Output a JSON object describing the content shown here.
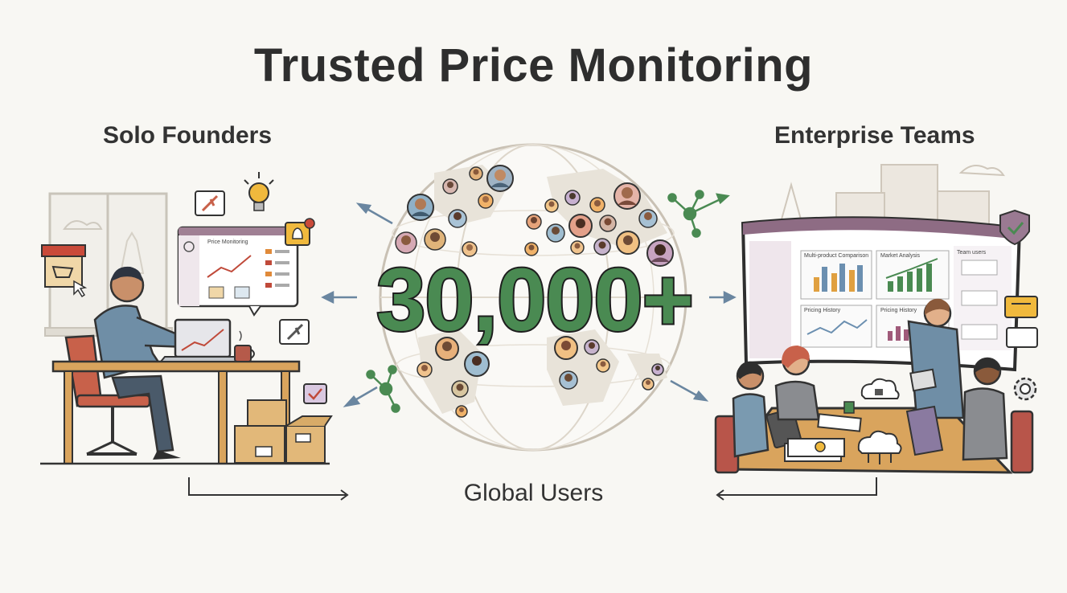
{
  "header": {
    "title": "Trusted Price Monitoring"
  },
  "left_panel": {
    "title": "Solo Founders",
    "screen_title": "Price Monitoring"
  },
  "center": {
    "count": "30,000+",
    "caption": "Global Users"
  },
  "right_panel": {
    "title": "Enterprise Teams",
    "dashboard": {
      "card1": "Multi-product Comparison",
      "card2": "Market Analysis",
      "card3": "Pricing History",
      "card4": "Pricing History",
      "sidebar": "Team users"
    }
  },
  "colors": {
    "accent_green": "#4a8a52",
    "outline": "#1e1e1e",
    "arrow_blue": "#6a86a0",
    "background": "#f8f7f3"
  }
}
